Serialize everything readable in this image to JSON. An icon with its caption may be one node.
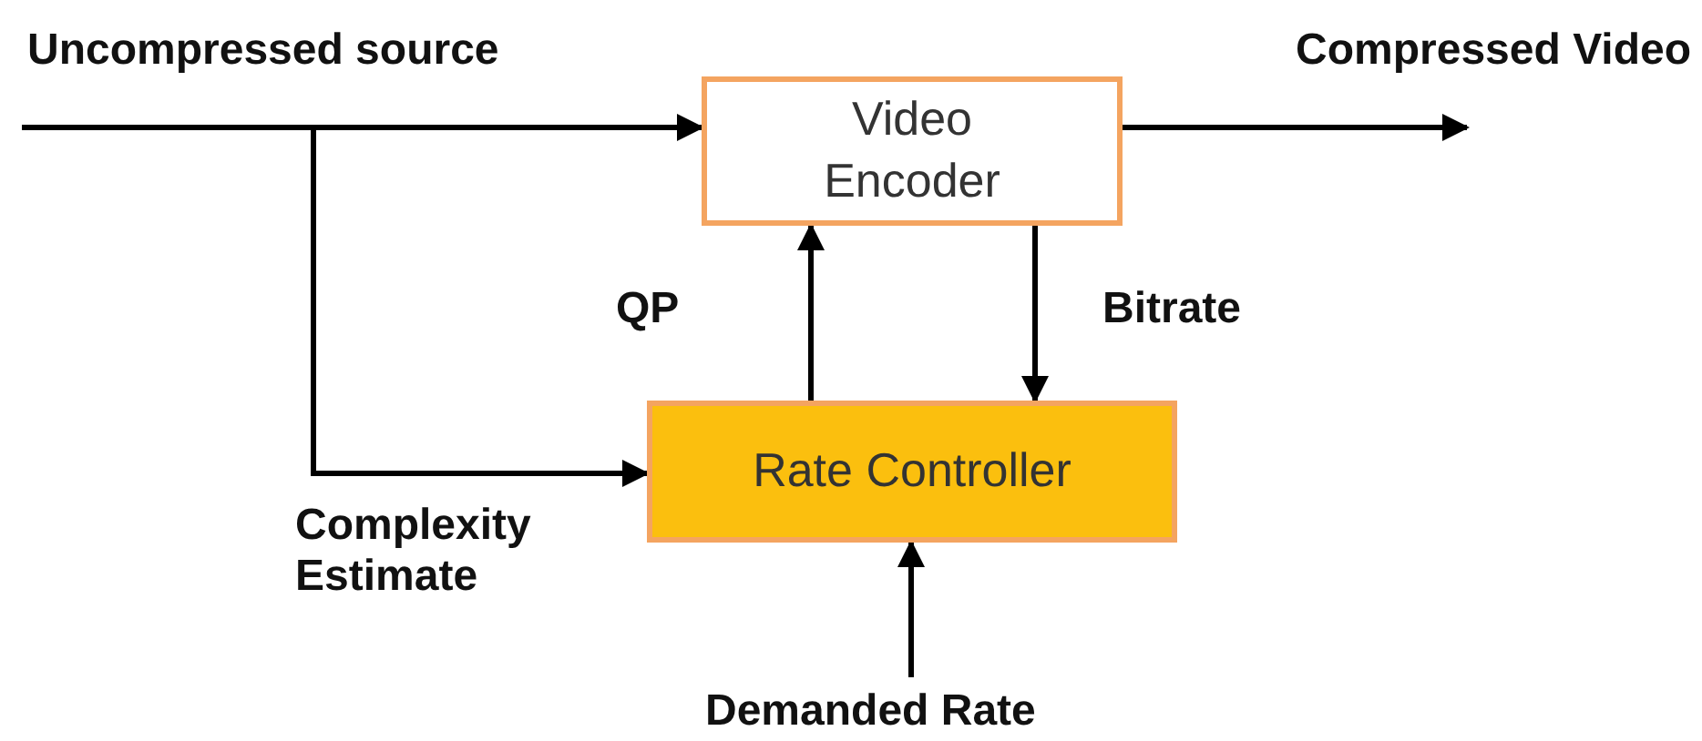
{
  "diagram": {
    "nodes": [
      {
        "text": [
          "Video Encoder"
        ]
      },
      {
        "text": [
          "Rate Controller"
        ]
      }
    ],
    "edges": [
      {
        "from": null,
        "to": 0,
        "arrow": "to",
        "label": "Uncompressed source"
      },
      {
        "from": 0,
        "to": null,
        "arrow": "to",
        "label": "Compressed Video"
      },
      {
        "from": 1,
        "to": 0,
        "arrow": "to",
        "label": "QP"
      },
      {
        "from": 0,
        "to": 1,
        "arrow": "to",
        "label": "Bitrate"
      },
      {
        "from": null,
        "to": 1,
        "arrow": "to",
        "label": "Complexity Estimate"
      },
      {
        "from": null,
        "to": 1,
        "arrow": "to",
        "label": "Demanded Rate"
      }
    ]
  }
}
